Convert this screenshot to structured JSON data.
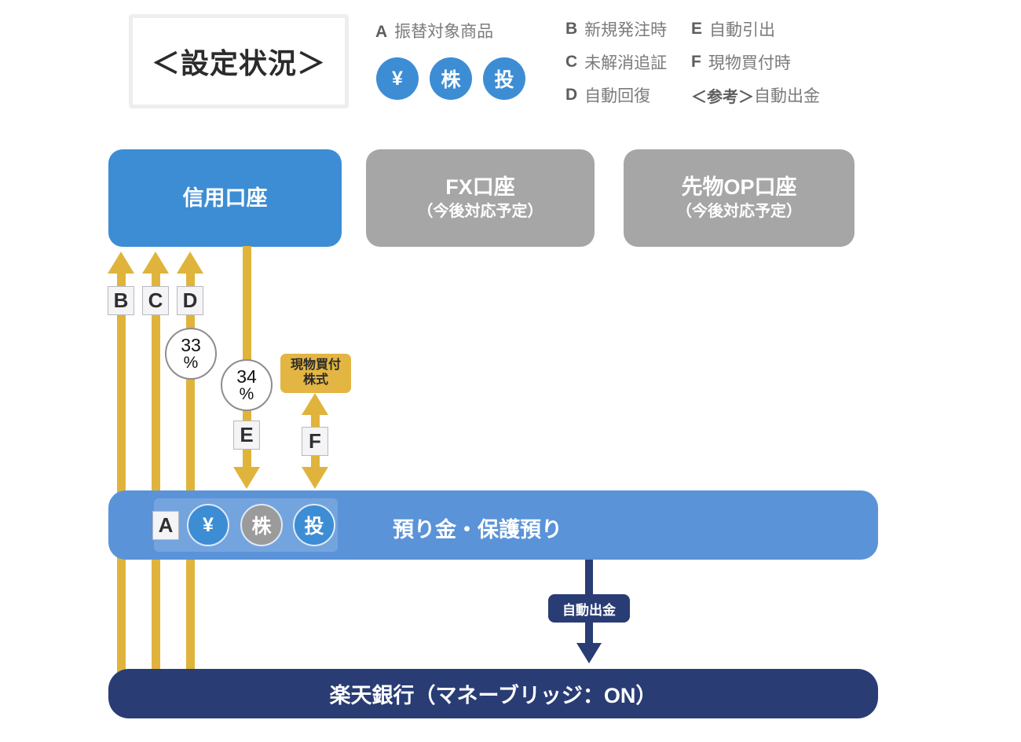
{
  "title": {
    "text": "＜設定状況＞"
  },
  "legend": {
    "transfer_target": {
      "key": "A",
      "label": "振替対象商品",
      "icons": [
        {
          "name": "yen-icon",
          "glyph": "¥"
        },
        {
          "name": "stock-icon",
          "glyph": "株"
        },
        {
          "name": "investment-trust-icon",
          "glyph": "投"
        }
      ]
    },
    "middle_column": [
      {
        "key": "B",
        "label": "新規発注時"
      },
      {
        "key": "C",
        "label": "未解消追証"
      },
      {
        "key": "D",
        "label": "自動回復"
      }
    ],
    "right_column": [
      {
        "key": "E",
        "label": "自動引出"
      },
      {
        "key": "F",
        "label": "現物買付時"
      },
      {
        "key": "＜参考＞",
        "label": "自動出金"
      }
    ]
  },
  "accounts": [
    {
      "name": "credit-account",
      "title": "信用口座",
      "subtitle": "",
      "color": "#3d8dd4"
    },
    {
      "name": "fx-account",
      "title": "FX口座",
      "subtitle": "（今後対応予定）",
      "color": "#a6a6a6"
    },
    {
      "name": "futures-op-account",
      "title": "先物OP口座",
      "subtitle": "（今後対応予定）",
      "color": "#a6a6a6"
    }
  ],
  "flows": {
    "upward": [
      {
        "badge": "B",
        "note": ""
      },
      {
        "badge": "C",
        "note": ""
      },
      {
        "badge": "D",
        "note": "33%"
      }
    ],
    "downward": [
      {
        "badge": "E",
        "note": "34%"
      }
    ],
    "bidirectional": [
      {
        "badge": "F",
        "product_box": "現物買付\n株式",
        "product_line1": "現物買付",
        "product_line2": "株式"
      }
    ],
    "percent_circles": [
      {
        "value": "33",
        "unit": "%"
      },
      {
        "value": "34",
        "unit": "%"
      }
    ],
    "arrow_color": "#e0b43c"
  },
  "deposit_bar": {
    "badge": "A",
    "icons": [
      {
        "name": "yen-icon",
        "glyph": "¥",
        "state": "active",
        "color": "#3d8dd4"
      },
      {
        "name": "stock-icon",
        "glyph": "株",
        "state": "inactive",
        "color": "#9b9b9b"
      },
      {
        "name": "investment-trust-icon",
        "glyph": "投",
        "state": "active",
        "color": "#3d8dd4"
      }
    ],
    "label": "預り金・保護預り",
    "color": "#5a93d8"
  },
  "auto_withdrawal": {
    "badge": "自動出金",
    "color": "#2a3c74"
  },
  "bank_bar": {
    "label": "楽天銀行（マネーブリッジ：ON）",
    "color": "#2a3c74"
  }
}
